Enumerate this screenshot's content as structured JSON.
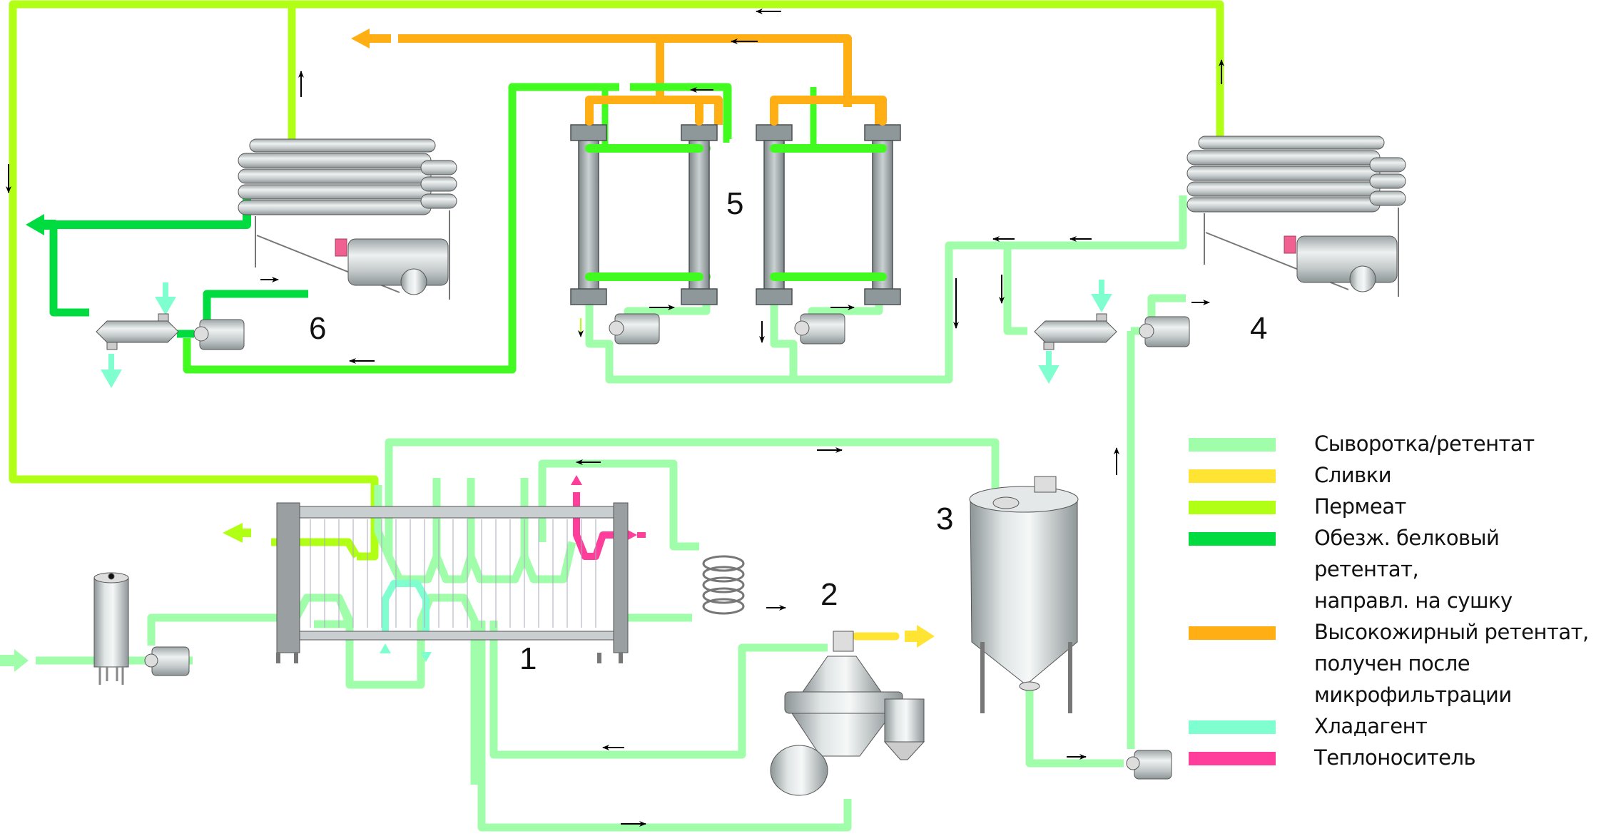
{
  "diagram": {
    "title": "Схема фракционирования сыворотки",
    "unit_labels": {
      "u1": "1",
      "u2": "2",
      "u3": "3",
      "u4": "4",
      "u5": "5",
      "u6": "6"
    }
  },
  "colors": {
    "whey": "#a0fdaa",
    "cream": "#ffe433",
    "permeate": "#b1ff14",
    "protein": "#00dc3f",
    "protein_light": "#41fa20",
    "fat_retentate": "#ffae14",
    "coolant": "#7fffcf",
    "heating": "#ff3e9b"
  },
  "legend": [
    {
      "key": "whey",
      "lines": [
        "Сыворотка/ретентат"
      ]
    },
    {
      "key": "cream",
      "lines": [
        "Сливки"
      ]
    },
    {
      "key": "permeate",
      "lines": [
        "Пермеат"
      ]
    },
    {
      "key": "protein",
      "lines": [
        "Обезж. белковый",
        "ретентат,",
        "направл. на сушку"
      ]
    },
    {
      "key": "fat_retentate",
      "lines": [
        "Высокожирный ретентат,",
        "получен после",
        "микрофильтрации"
      ]
    },
    {
      "key": "coolant",
      "lines": [
        "Хладагент"
      ]
    },
    {
      "key": "heating",
      "lines": [
        "Теплоноситель"
      ]
    }
  ]
}
